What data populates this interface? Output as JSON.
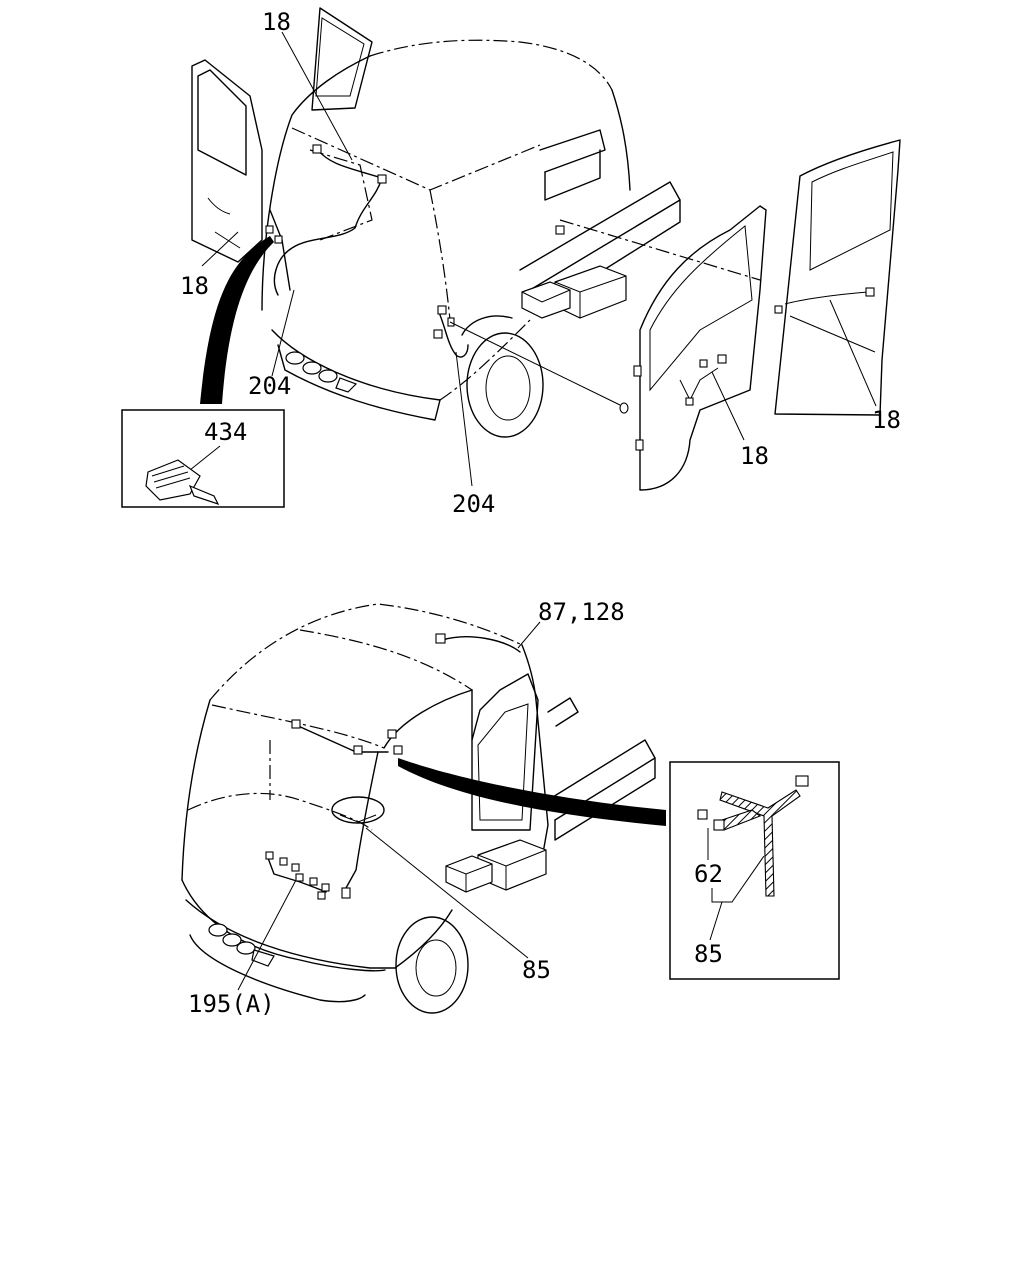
{
  "diagram": {
    "callouts": {
      "top_left_door_upper": "18",
      "top_left_door_lower": "18",
      "top_center_harness_left": "204",
      "top_center_harness_right": "204",
      "top_right_door_front": "18",
      "top_right_door_rear": "18",
      "top_inset": "434",
      "bottom_roof_harness": "87,128",
      "bottom_steering_harness": "85",
      "bottom_dash_harness": "195(A)",
      "bottom_inset_upper": "62",
      "bottom_inset_lower": "85"
    }
  }
}
